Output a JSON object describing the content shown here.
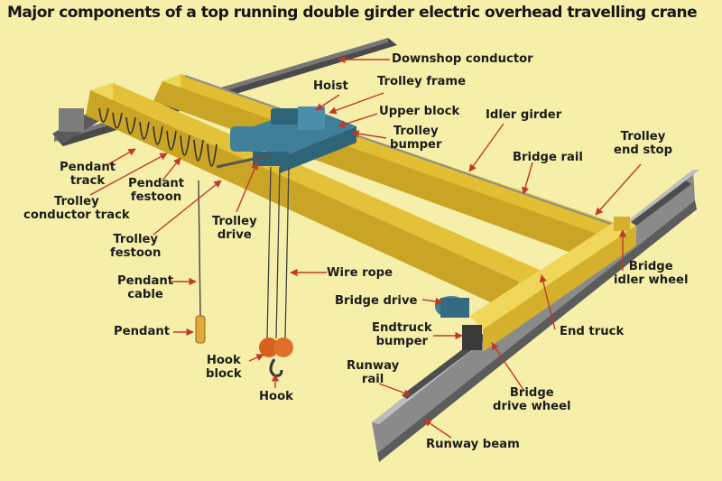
{
  "title": "Major components of a top running double girder electric overhead travelling crane",
  "labels": {
    "downshop_conductor": "Downshop conductor",
    "hoist": "Hoist",
    "trolley_frame": "Trolley frame",
    "upper_block": "Upper block",
    "trolley_bumper": [
      "Trolley",
      "bumper"
    ],
    "idler_girder": "Idler girder",
    "trolley_end_stop": [
      "Trolley",
      "end stop"
    ],
    "bridge_rail": "Bridge rail",
    "pendant_track": [
      "Pendant",
      "track"
    ],
    "pendant_festoon": [
      "Pendant",
      "festoon"
    ],
    "trolley_conductor_track": [
      "Trolley",
      "conductor track"
    ],
    "trolley_festoon": [
      "Trolley",
      "festoon"
    ],
    "trolley_drive": [
      "Trolley",
      "drive"
    ],
    "pendant_cable": [
      "Pendant",
      "cable"
    ],
    "wire_rope": "Wire rope",
    "bridge_drive": "Bridge drive",
    "bridge_idler_wheel": [
      "Bridge",
      "idler wheel"
    ],
    "endtruck_bumper": [
      "Endtruck",
      "bumper"
    ],
    "end_truck": "End truck",
    "pendant": "Pendant",
    "hook_block": [
      "Hook",
      "block"
    ],
    "runway_rail": [
      "Runway",
      "rail"
    ],
    "bridge_drive_wheel": [
      "Bridge",
      "drive wheel"
    ],
    "hook": "Hook",
    "runway_beam": "Runway beam"
  },
  "colors": {
    "background": "#f6efa9",
    "girder_yellow": "#e8c93a",
    "girder_shadow": "#c9a425",
    "steel": "#6e6e6e",
    "hoist_blue": "#3f7f9a",
    "hook_orange": "#d8611f",
    "leader_red": "#c0392b",
    "text": "#1c1c1c"
  }
}
